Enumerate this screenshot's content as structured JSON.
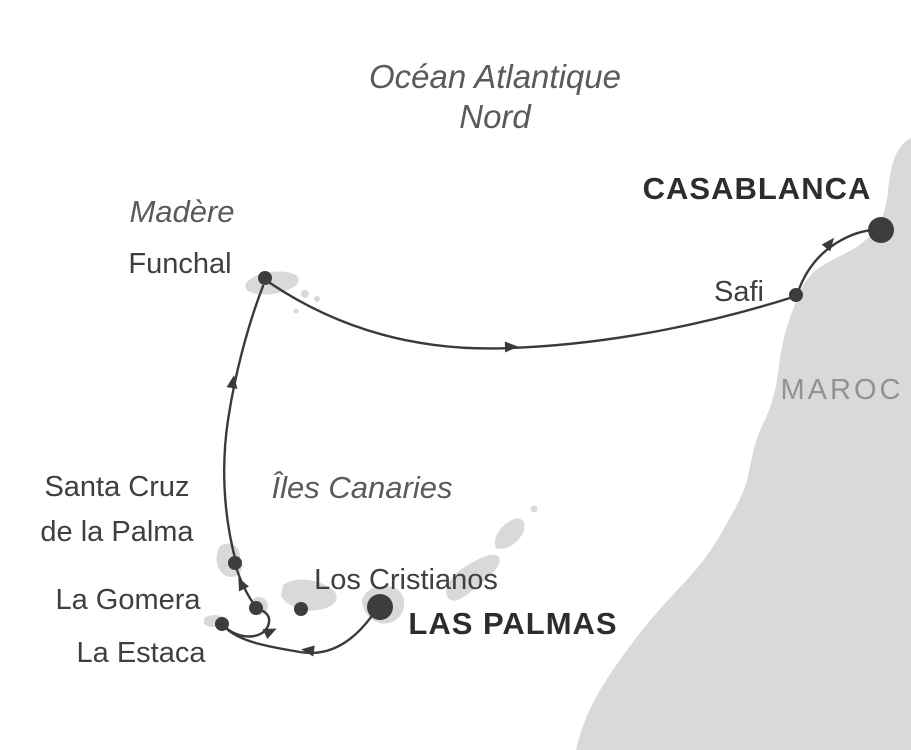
{
  "colors": {
    "background": "#ffffff",
    "land": "#d9d9d9",
    "route": "#3a3a3a",
    "port_dot": "#3d3d3d",
    "port_label": "#3f3f3f",
    "major_port_label": "#2d2d2d",
    "region_label": "#5a5a5a",
    "country_label": "#929292"
  },
  "regions": {
    "ocean_line1": "Océan Atlantique",
    "ocean_line2": "Nord",
    "madeira": "Madère",
    "canaries": "Îles Canaries",
    "country": "MAROC"
  },
  "ports": {
    "funchal": "Funchal",
    "casablanca": "CASABLANCA",
    "safi": "Safi",
    "santa_cruz_line1": "Santa Cruz",
    "santa_cruz_line2": "de la Palma",
    "la_gomera": "La Gomera",
    "la_estaca": "La Estaca",
    "los_cristianos": "Los Cristianos",
    "las_palmas": "LAS PALMAS"
  }
}
